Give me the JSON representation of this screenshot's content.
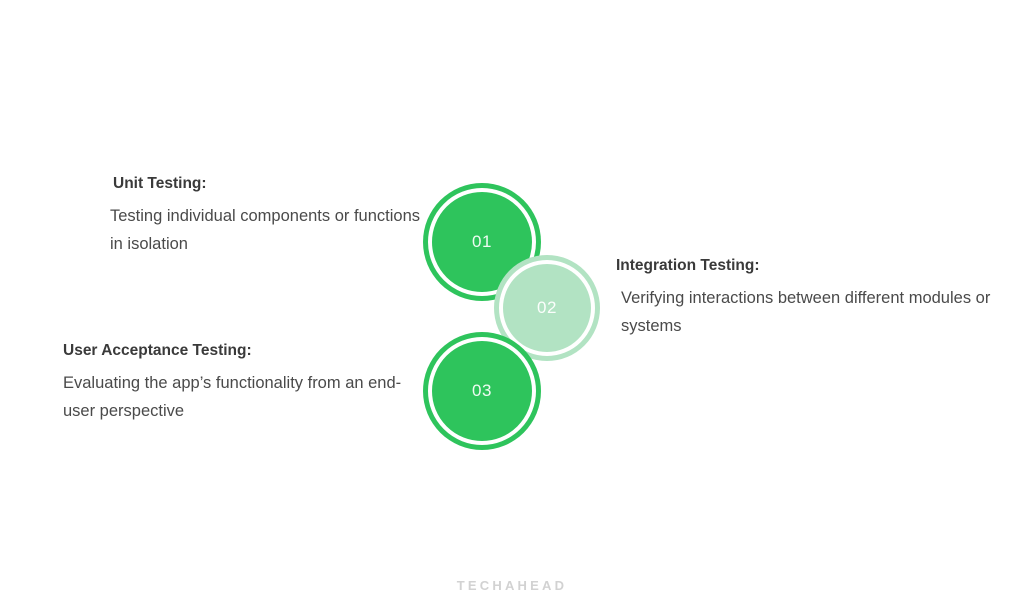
{
  "background_color": "#ffffff",
  "theme": {
    "primary_green": "#2ec45c",
    "light_green": "#b2e3c3",
    "ring_color": "#ffffff",
    "heading_color": "#3a3a3a",
    "body_color": "#4a4a4a",
    "watermark_color": "#d2d2d2"
  },
  "steps": [
    {
      "number": "01",
      "heading": "Unit Testing:",
      "body": "Testing individual components or functions in isolation",
      "fill": "#2ec45c"
    },
    {
      "number": "02",
      "heading": "Integration Testing:",
      "body": "Verifying interactions between different modules or systems",
      "fill": "#b2e3c3"
    },
    {
      "number": "03",
      "heading": "User Acceptance Testing:",
      "body": "Evaluating the app’s functionality from an end-user perspective",
      "fill": "#2ec45c"
    }
  ],
  "footer": {
    "watermark": "TECHAHEAD"
  }
}
